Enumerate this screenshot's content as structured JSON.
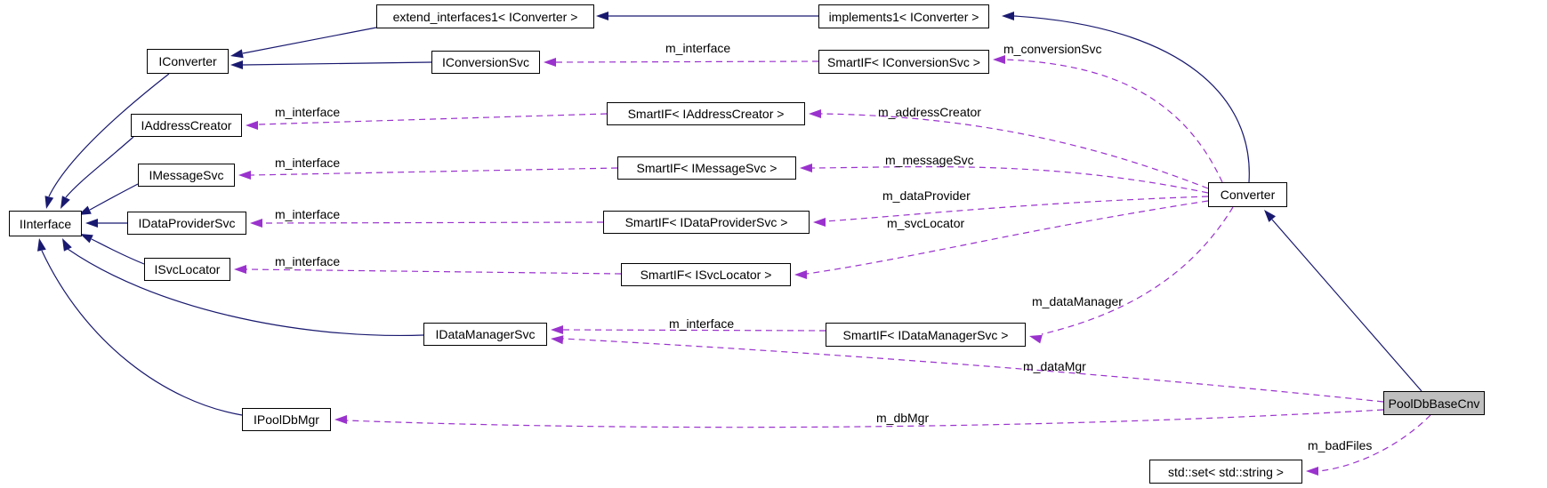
{
  "diagram": {
    "type": "doxygen-collaboration-graph",
    "colors": {
      "inheritance_edge": "#191970",
      "usage_edge": "#9a32cd",
      "node_border": "#000000",
      "node_fill": "#ffffff",
      "selected_node_fill": "#bfbfbf",
      "text": "#000000"
    },
    "nodes": [
      {
        "id": "extend_interfaces1",
        "label": "extend_interfaces1< IConverter >"
      },
      {
        "id": "implements1",
        "label": "implements1< IConverter >"
      },
      {
        "id": "IConverter",
        "label": "IConverter"
      },
      {
        "id": "IConversionSvc",
        "label": "IConversionSvc"
      },
      {
        "id": "SmartIF_IConversionSvc",
        "label": "SmartIF< IConversionSvc >"
      },
      {
        "id": "IAddressCreator",
        "label": "IAddressCreator"
      },
      {
        "id": "SmartIF_IAddressCreator",
        "label": "SmartIF< IAddressCreator >"
      },
      {
        "id": "IMessageSvc",
        "label": "IMessageSvc"
      },
      {
        "id": "SmartIF_IMessageSvc",
        "label": "SmartIF< IMessageSvc >"
      },
      {
        "id": "IInterface",
        "label": "IInterface"
      },
      {
        "id": "IDataProviderSvc",
        "label": "IDataProviderSvc"
      },
      {
        "id": "SmartIF_IDataProviderSvc",
        "label": "SmartIF< IDataProviderSvc >"
      },
      {
        "id": "ISvcLocator",
        "label": "ISvcLocator"
      },
      {
        "id": "SmartIF_ISvcLocator",
        "label": "SmartIF< ISvcLocator >"
      },
      {
        "id": "IDataManagerSvc",
        "label": "IDataManagerSvc"
      },
      {
        "id": "SmartIF_IDataManagerSvc",
        "label": "SmartIF< IDataManagerSvc >"
      },
      {
        "id": "IPoolDbMgr",
        "label": "IPoolDbMgr"
      },
      {
        "id": "Converter",
        "label": "Converter"
      },
      {
        "id": "PoolDbBaseCnv",
        "label": "PoolDbBaseCnv",
        "selected": true
      },
      {
        "id": "std_set",
        "label": "std::set< std::string >"
      }
    ],
    "edges": [
      {
        "from": "implements1",
        "to": "extend_interfaces1",
        "type": "inheritance",
        "label": ""
      },
      {
        "from": "extend_interfaces1",
        "to": "IConverter",
        "type": "inheritance",
        "label": ""
      },
      {
        "from": "IConversionSvc",
        "to": "IConverter",
        "type": "inheritance",
        "label": ""
      },
      {
        "from": "Converter",
        "to": "implements1",
        "type": "inheritance",
        "label": ""
      },
      {
        "from": "IConverter",
        "to": "IInterface",
        "type": "inheritance",
        "label": ""
      },
      {
        "from": "IAddressCreator",
        "to": "IInterface",
        "type": "inheritance",
        "label": ""
      },
      {
        "from": "IMessageSvc",
        "to": "IInterface",
        "type": "inheritance",
        "label": ""
      },
      {
        "from": "IDataProviderSvc",
        "to": "IInterface",
        "type": "inheritance",
        "label": ""
      },
      {
        "from": "ISvcLocator",
        "to": "IInterface",
        "type": "inheritance",
        "label": ""
      },
      {
        "from": "IDataManagerSvc",
        "to": "IInterface",
        "type": "inheritance",
        "label": ""
      },
      {
        "from": "IPoolDbMgr",
        "to": "IInterface",
        "type": "inheritance",
        "label": ""
      },
      {
        "from": "PoolDbBaseCnv",
        "to": "Converter",
        "type": "inheritance",
        "label": ""
      },
      {
        "from": "SmartIF_IConversionSvc",
        "to": "IConversionSvc",
        "type": "usage",
        "label": "m_interface"
      },
      {
        "from": "SmartIF_IAddressCreator",
        "to": "IAddressCreator",
        "type": "usage",
        "label": "m_interface"
      },
      {
        "from": "SmartIF_IMessageSvc",
        "to": "IMessageSvc",
        "type": "usage",
        "label": "m_interface"
      },
      {
        "from": "SmartIF_IDataProviderSvc",
        "to": "IDataProviderSvc",
        "type": "usage",
        "label": "m_interface"
      },
      {
        "from": "SmartIF_ISvcLocator",
        "to": "ISvcLocator",
        "type": "usage",
        "label": "m_interface"
      },
      {
        "from": "SmartIF_IDataManagerSvc",
        "to": "IDataManagerSvc",
        "type": "usage",
        "label": "m_interface"
      },
      {
        "from": "Converter",
        "to": "SmartIF_IConversionSvc",
        "type": "usage",
        "label": "m_conversionSvc"
      },
      {
        "from": "Converter",
        "to": "SmartIF_IAddressCreator",
        "type": "usage",
        "label": "m_addressCreator"
      },
      {
        "from": "Converter",
        "to": "SmartIF_IMessageSvc",
        "type": "usage",
        "label": "m_messageSvc"
      },
      {
        "from": "Converter",
        "to": "SmartIF_IDataProviderSvc",
        "type": "usage",
        "label": "m_dataProvider"
      },
      {
        "from": "Converter",
        "to": "SmartIF_ISvcLocator",
        "type": "usage",
        "label": "m_svcLocator"
      },
      {
        "from": "Converter",
        "to": "SmartIF_IDataManagerSvc",
        "type": "usage",
        "label": "m_dataManager"
      },
      {
        "from": "PoolDbBaseCnv",
        "to": "IDataManagerSvc",
        "type": "usage",
        "label": "m_dataMgr"
      },
      {
        "from": "PoolDbBaseCnv",
        "to": "IPoolDbMgr",
        "type": "usage",
        "label": "m_dbMgr"
      },
      {
        "from": "PoolDbBaseCnv",
        "to": "std_set",
        "type": "usage",
        "label": "m_badFiles"
      }
    ]
  }
}
